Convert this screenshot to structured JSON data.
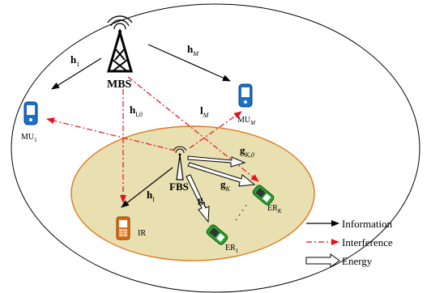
{
  "nodes": {
    "mbs": "MBS",
    "fbs": "FBS",
    "mu1": {
      "base": "MU",
      "sub": "1"
    },
    "mum": {
      "base": "MU",
      "sub": "M"
    },
    "ir": "IR",
    "er1": {
      "base": "ER",
      "sub": "1"
    },
    "erk": {
      "base": "ER",
      "sub": "K"
    }
  },
  "channels": {
    "h1_top": {
      "base": "h",
      "sub": "1"
    },
    "hM": {
      "base": "h",
      "sub": "M"
    },
    "hI0": {
      "base": "h",
      "sub": "I,0"
    },
    "lM": {
      "base": "l",
      "sub": "M"
    },
    "gK0": {
      "base": "g",
      "sub": "K,0"
    },
    "gK": {
      "base": "g",
      "sub": "K"
    },
    "g1": {
      "base": "g",
      "sub": "1"
    },
    "hI": {
      "base": "h",
      "sub": "I"
    }
  },
  "legend": {
    "information": "Information",
    "interference": "Interference",
    "energy": "Energy"
  },
  "colors": {
    "fbs_fill": "#e8e0b0",
    "fbs_stroke": "#e07820",
    "interference": "#e8101a",
    "information": "#000000",
    "phone_blue": "#1a70c8",
    "phone_orange": "#e06a10",
    "phone_green": "#2aa030"
  }
}
